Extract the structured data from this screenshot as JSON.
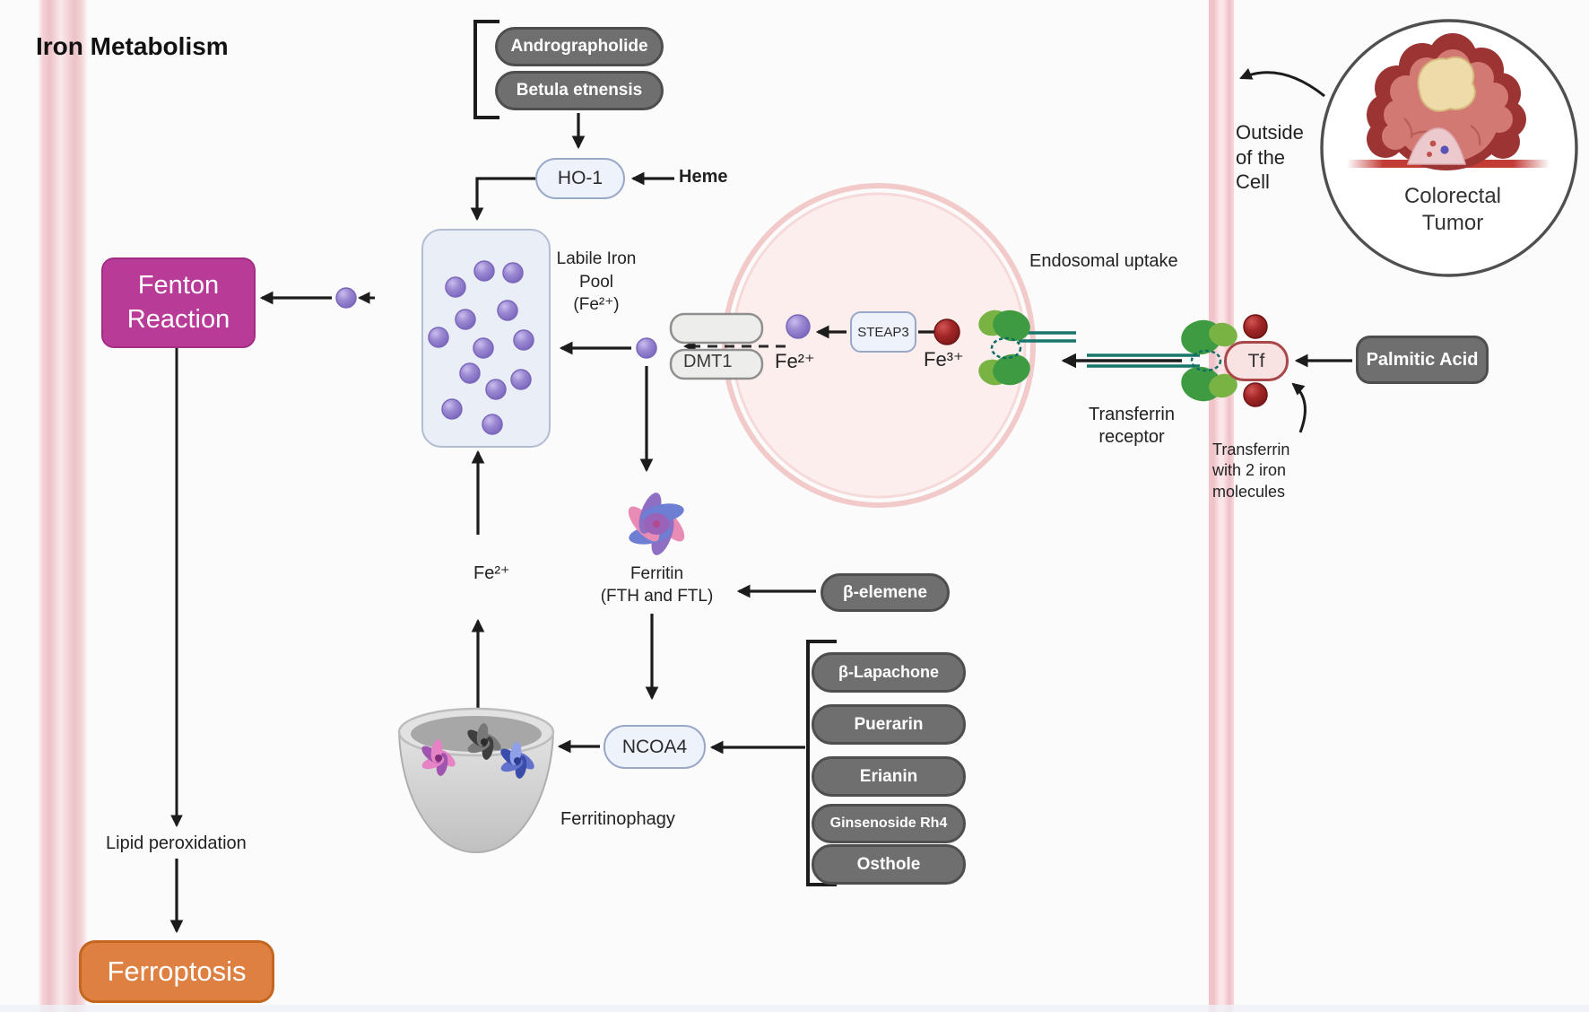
{
  "title": "Iron Metabolism",
  "membranes": {
    "outside_label": "Outside\nof the\nCell"
  },
  "tumor": {
    "label": "Colorectal\nTumor"
  },
  "inducers_top": {
    "items": [
      "Andrographolide",
      "Betula etnensis"
    ]
  },
  "heme_label": "Heme",
  "nodes": {
    "ho1": "HO-1",
    "steap3": "STEAP3",
    "dmt1": "DMT1",
    "ncoa4": "NCOA4",
    "tf": "Tf",
    "fenton": "Fenton\nReaction",
    "ferroptosis": "Ferroptosis"
  },
  "pool": {
    "label": "Labile Iron\nPool\n(Fe²⁺)"
  },
  "endosome": {
    "uptake_label": "Endosomal uptake",
    "fe2_label": "Fe²⁺",
    "fe3_label": "Fe³⁺"
  },
  "transferrin": {
    "receptor_label": "Transferrin\nreceptor",
    "note_label": "Transferrin\nwith 2 iron\nmolecules",
    "palmitic": "Palmitic Acid"
  },
  "ferritin": {
    "label": "Ferritin\n(FTH and FTL)",
    "beta_elemene": "β-elemene",
    "fe2_recycle_label": "Fe²⁺"
  },
  "ferritinophagy": {
    "label": "Ferritinophagy",
    "inhibitors": [
      "β-Lapachone",
      "Puerarin",
      "Erianin",
      "Ginsenoside Rh4",
      "Osthole"
    ]
  },
  "downstream": {
    "lipid": "Lipid peroxidation"
  },
  "colors": {
    "fenton_magenta": "#b73b97",
    "ferroptosis_orange": "#dd8041",
    "compound_gray": "#6f6f6f",
    "node_light_blue": "#eef2fb",
    "membrane_pink": "#f2cdd1",
    "endosome_pink": "#fdeeee",
    "iron2_purple": "#9c89d2",
    "iron3_red": "#a32626",
    "receptor_green": "#3f9b41",
    "transferrin_teal": "#17756a"
  }
}
